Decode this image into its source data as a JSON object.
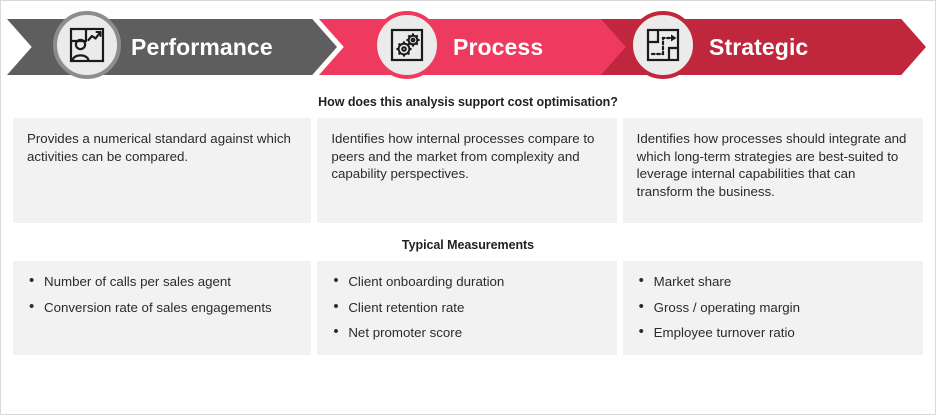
{
  "stages": [
    {
      "id": "performance",
      "label": "Performance",
      "color": "#5e5e5e",
      "ring_color": "#8d8d8d",
      "icon": "person-chart-frame-icon"
    },
    {
      "id": "process",
      "label": "Process",
      "color": "#ee3a5e",
      "ring_color": "#ee3a5e",
      "icon": "gears-frame-icon"
    },
    {
      "id": "strategic",
      "label": "Strategic",
      "color": "#c1273c",
      "ring_color": "#c1273c",
      "icon": "path-arrow-frame-icon"
    }
  ],
  "sections": [
    {
      "id": "support",
      "heading": "How does this analysis support cost optimisation?",
      "columns": [
        {
          "stage": "performance",
          "text": "Provides a numerical standard against which activities can be compared."
        },
        {
          "stage": "process",
          "text": "Identifies how internal processes compare to peers and the market from complexity and capability perspectives."
        },
        {
          "stage": "strategic",
          "text": "Identifies how processes should integrate and which long-term strategies are best-suited to leverage internal capabilities that can transform the business."
        }
      ]
    },
    {
      "id": "measurements",
      "heading": "Typical Measurements",
      "columns": [
        {
          "stage": "performance",
          "items": [
            "Number of calls per sales agent",
            "Conversion rate of sales engagements"
          ]
        },
        {
          "stage": "process",
          "items": [
            "Client onboarding duration",
            "Client retention rate",
            "Net promoter score"
          ]
        },
        {
          "stage": "strategic",
          "items": [
            "Market share",
            "Gross / operating margin",
            "Employee turnover ratio"
          ]
        }
      ]
    }
  ],
  "theme": {
    "panel_background": "#f2f2f2",
    "page_background": "#ffffff",
    "text_color": "#2b2b2b",
    "heading_color": "#231f20",
    "border_color": "#d9d9d9"
  }
}
